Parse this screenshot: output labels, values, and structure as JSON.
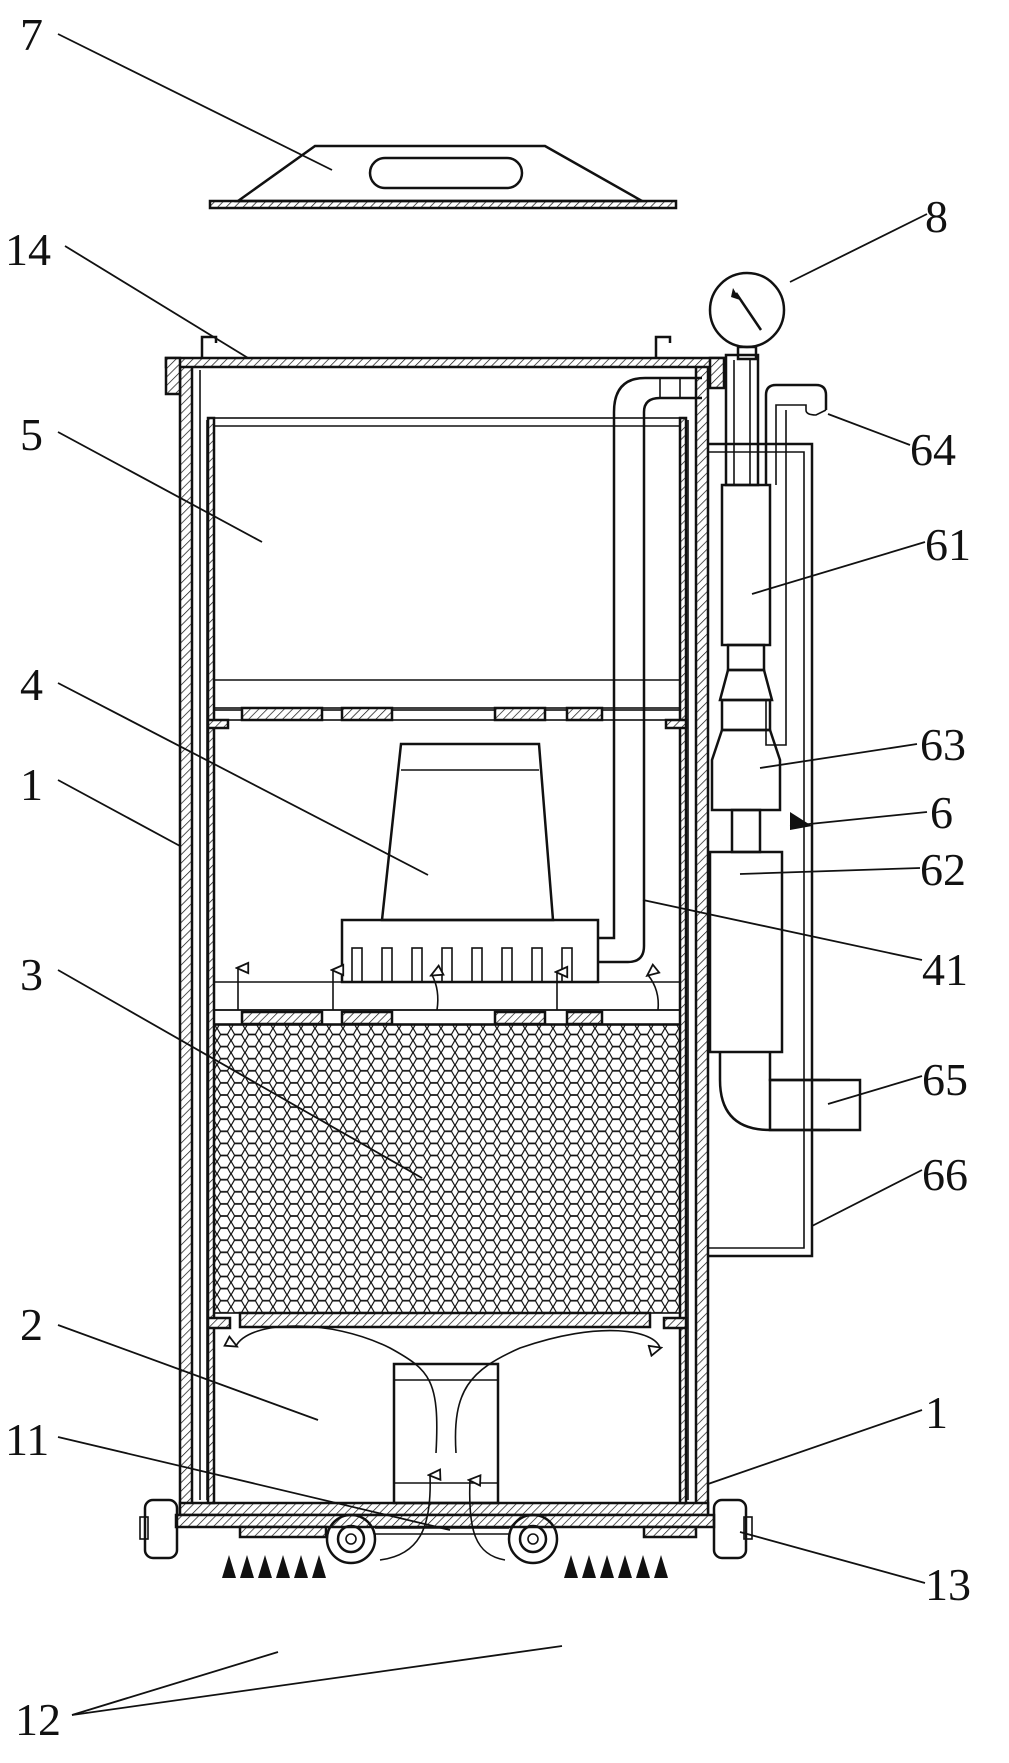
{
  "diagram": {
    "labels": [
      {
        "id": "l7",
        "text": "7"
      },
      {
        "id": "l14",
        "text": "14"
      },
      {
        "id": "l8",
        "text": "8"
      },
      {
        "id": "l5",
        "text": "5"
      },
      {
        "id": "l64",
        "text": "64"
      },
      {
        "id": "l61",
        "text": "61"
      },
      {
        "id": "l4",
        "text": "4"
      },
      {
        "id": "l63",
        "text": "63"
      },
      {
        "id": "l1a",
        "text": "1"
      },
      {
        "id": "l6",
        "text": "6"
      },
      {
        "id": "l62",
        "text": "62"
      },
      {
        "id": "l41",
        "text": "41"
      },
      {
        "id": "l3",
        "text": "3"
      },
      {
        "id": "l65",
        "text": "65"
      },
      {
        "id": "l66",
        "text": "66"
      },
      {
        "id": "l2",
        "text": "2"
      },
      {
        "id": "l1b",
        "text": "1"
      },
      {
        "id": "l11",
        "text": "11"
      },
      {
        "id": "l13",
        "text": "13"
      },
      {
        "id": "l12",
        "text": "12"
      }
    ]
  }
}
